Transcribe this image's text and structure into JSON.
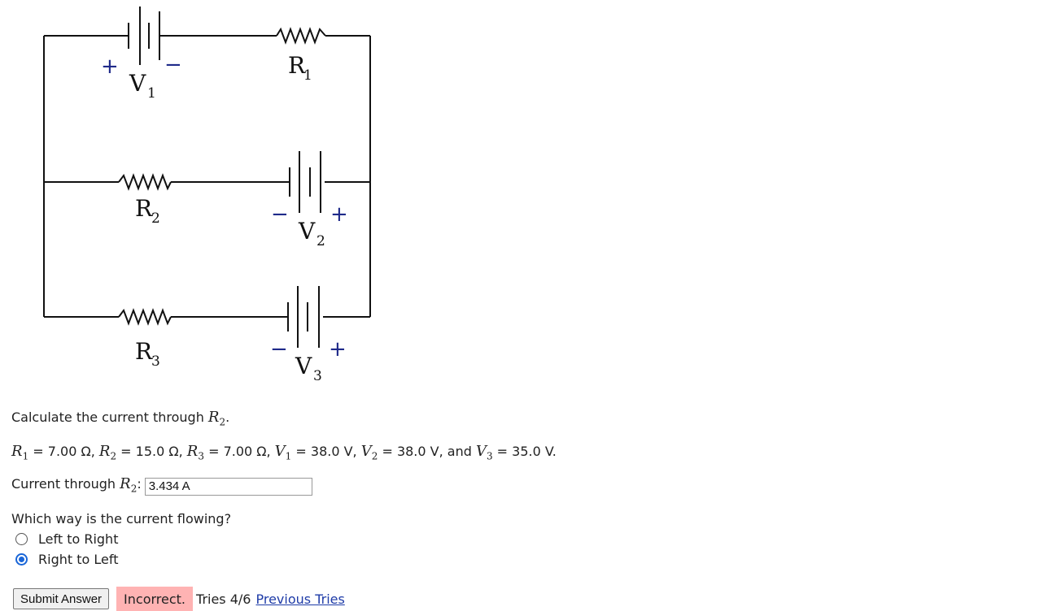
{
  "circuit": {
    "v1_label": "V",
    "v1_sub": "1",
    "v2_label": "V",
    "v2_sub": "2",
    "v3_label": "V",
    "v3_sub": "3",
    "r1_label": "R",
    "r1_sub": "1",
    "r2_label": "R",
    "r2_sub": "2",
    "r3_label": "R",
    "r3_sub": "3",
    "plus": "+",
    "minus": "−"
  },
  "question": {
    "prompt_text": "Calculate the current through ",
    "prompt_var": "R",
    "prompt_var_sub": "2",
    "prompt_end": ".",
    "givens": [
      {
        "sym": "R",
        "sub": "1",
        "val": " = 7.00 Ω, "
      },
      {
        "sym": "R",
        "sub": "2",
        "val": " = 15.0 Ω, "
      },
      {
        "sym": "R",
        "sub": "3",
        "val": " = 7.00 Ω, "
      },
      {
        "sym": "V",
        "sub": "1",
        "val": " = 38.0 V, "
      },
      {
        "sym": "V",
        "sub": "2",
        "val": " = 38.0 V, and "
      },
      {
        "sym": "V",
        "sub": "3",
        "val": " = 35.0 V."
      }
    ],
    "answer_label": "Current through ",
    "answer_var": "R",
    "answer_var_sub": "2",
    "answer_colon": ":",
    "answer_value": "3.434 A",
    "direction_question": "Which way is the current flowing?",
    "options": [
      {
        "label": "Left to Right",
        "checked": false
      },
      {
        "label": "Right to Left",
        "checked": true
      }
    ]
  },
  "footer": {
    "submit_label": "Submit Answer",
    "feedback": "Incorrect.",
    "tries": "Tries 4/6",
    "previous_tries": "Previous Tries"
  }
}
